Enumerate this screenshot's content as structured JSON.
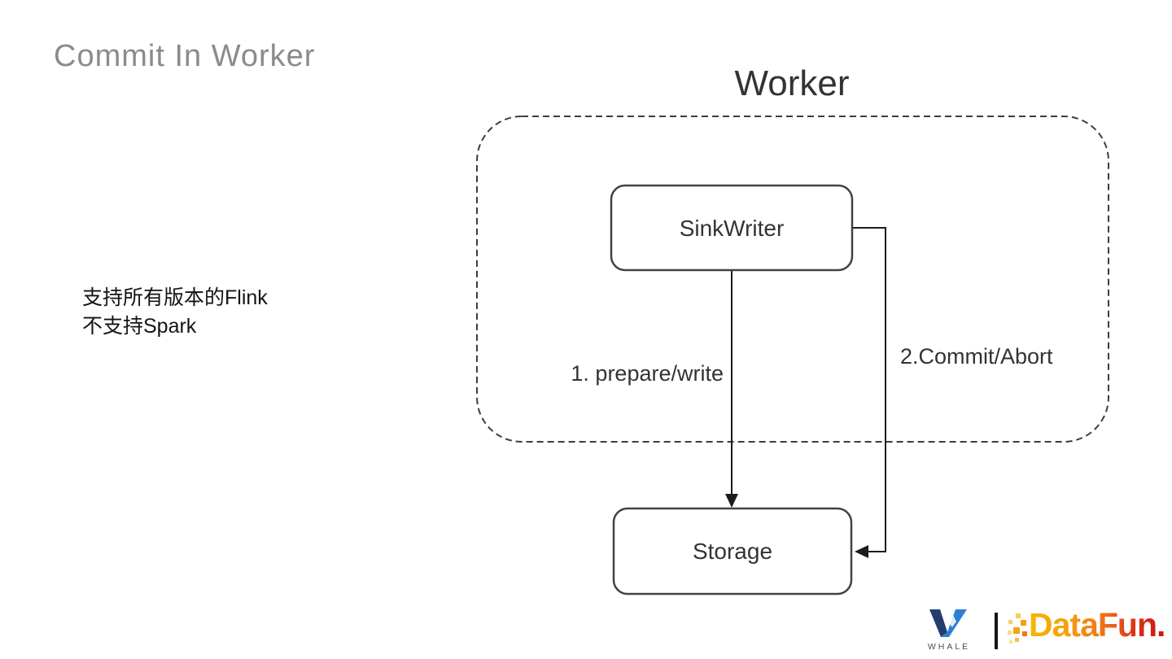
{
  "slide": {
    "title": "Commit In Worker",
    "notes": {
      "line1": "支持所有版本的Flink",
      "line2": "不支持Spark"
    }
  },
  "diagram": {
    "container_label": "Worker",
    "nodes": {
      "sink_writer": "SinkWriter",
      "storage": "Storage"
    },
    "edges": {
      "prepare_write": "1. prepare/write",
      "commit_abort": "2.Commit/Abort"
    }
  },
  "footer": {
    "whale": {
      "label": "WHALE"
    },
    "datafun": {
      "label": "DataFun."
    }
  },
  "colors": {
    "title_gray": "#8B8B8B",
    "diagram_stroke": "#3D3D3D",
    "node_stroke": "#424242",
    "text_black": "#1C1C1C",
    "whale_navy": "#253C6E",
    "whale_blue": "#2E7FD0",
    "whale_text_gray": "#4C4C55",
    "datafun_gradient_start": "#F7B500",
    "datafun_gradient_end": "#C81414"
  },
  "icons": {
    "whale_mark": "whale-w-logo (two chevron strokes forming a W with whale-tail cutout)",
    "datafun_pixels": "scattered orange pixel squares",
    "arrow_down_head": "filled black triangle pointing down",
    "arrow_left_head": "filled black triangle pointing left"
  }
}
